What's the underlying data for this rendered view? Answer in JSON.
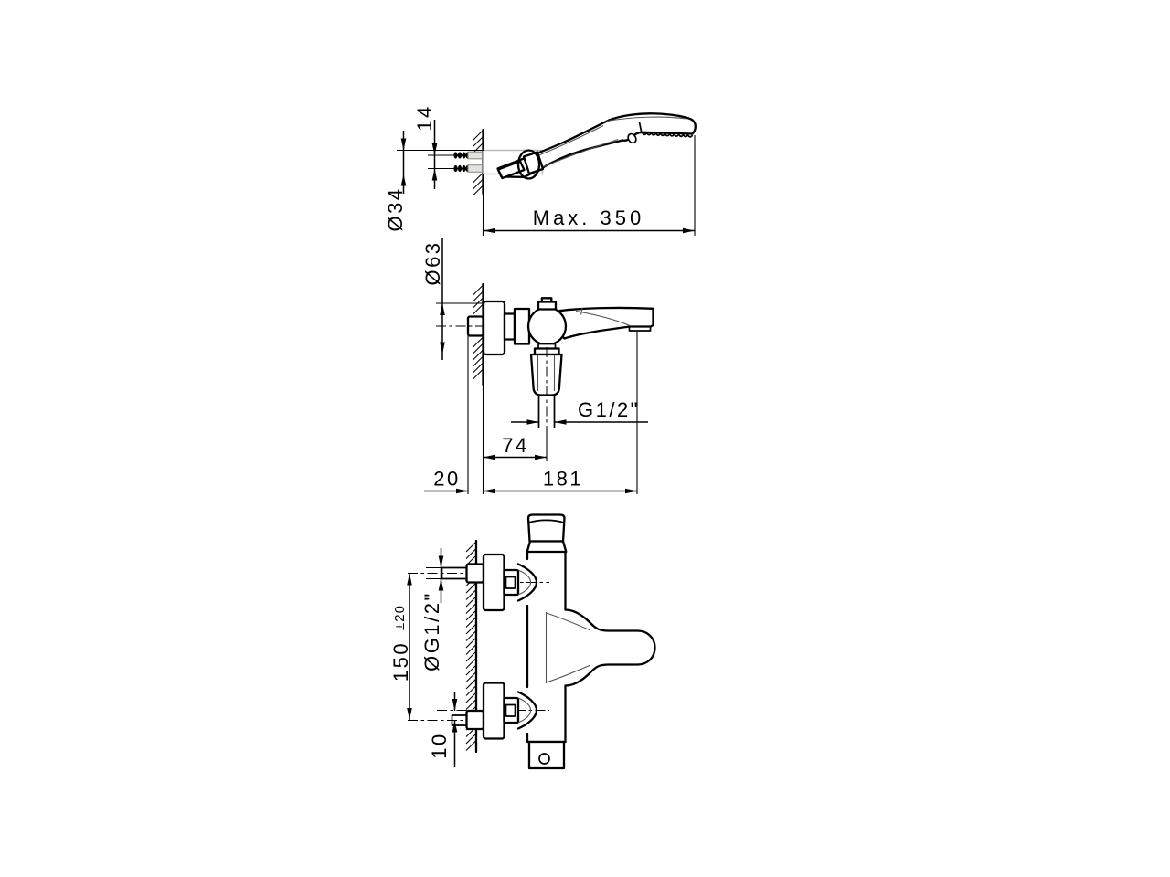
{
  "drawing": {
    "kind": "technical-dimensional-drawing",
    "views": {
      "hand_shower": {
        "screw_spacing": "14",
        "holder_diameter": "Ø34",
        "max_length": "Max. 350"
      },
      "mixer_side": {
        "rosette_diameter": "Ø63",
        "outlet_thread": "G1/2\"",
        "spout_center_distance": "74",
        "wall_clearance": "20",
        "total_projection": "181"
      },
      "mixer_front": {
        "inlet_spacing": "150",
        "inlet_spacing_tolerance": "±20",
        "inlet_thread": "ØG1/2\"",
        "eccentric_offset": "10"
      }
    },
    "colors": {
      "line": "#000000",
      "form_line": "#555555",
      "light_line": "#b4b4b4",
      "anchor_fill": "#dfe5da",
      "background": "#ffffff"
    }
  }
}
